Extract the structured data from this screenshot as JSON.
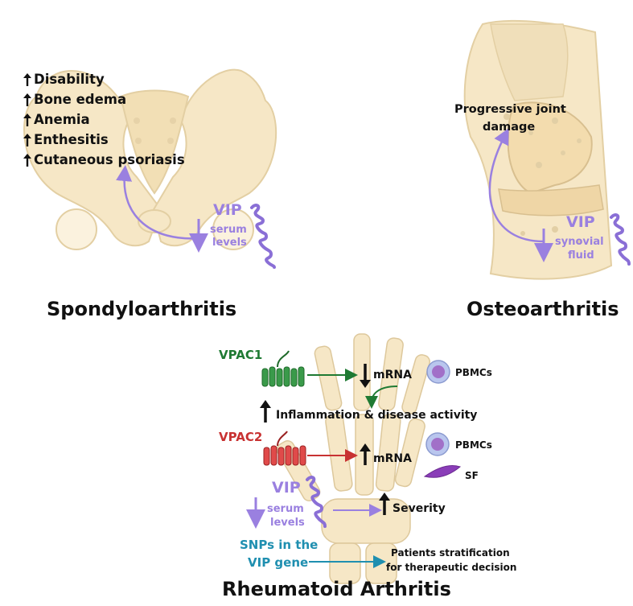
{
  "spondyloarthritis": {
    "title": "Spondyloarthritis",
    "effects": [
      "Disability",
      "Bone edema",
      "Anemia",
      "Enthesitis",
      "Cutaneous psoriasis"
    ],
    "vip_label": "VIP",
    "vip_sub1": "serum",
    "vip_sub2": "levels"
  },
  "osteoarthritis": {
    "title": "Osteoarthritis",
    "effect_line1": "Progressive joint",
    "effect_line2": "damage",
    "vip_label": "VIP",
    "vip_sub1": "synovial",
    "vip_sub2": "fluid"
  },
  "rheumatoid": {
    "title": "Rheumatoid Arthritis",
    "vpac1": "VPAC1",
    "vpac2": "VPAC2",
    "mrna1": "mRNA",
    "mrna2": "mRNA",
    "pbmcs1": "PBMCs",
    "pbmcs2": "PBMCs",
    "sf": "SF",
    "inflammation": "Inflammation & disease activity",
    "vip_label": "VIP",
    "vip_sub1": "serum",
    "vip_sub2": "levels",
    "severity": "Severity",
    "snp_line1": "SNPs in the",
    "snp_line2": "VIP gene",
    "strat_line1": "Patients stratification",
    "strat_line2": "for therapeutic decision"
  },
  "colors": {
    "vip_purple": "#9a80e0",
    "vpac1_green": "#1f7a33",
    "vpac2_red": "#c83232",
    "snp_blue": "#1f8fb0",
    "bone": "#f5e6c4"
  }
}
